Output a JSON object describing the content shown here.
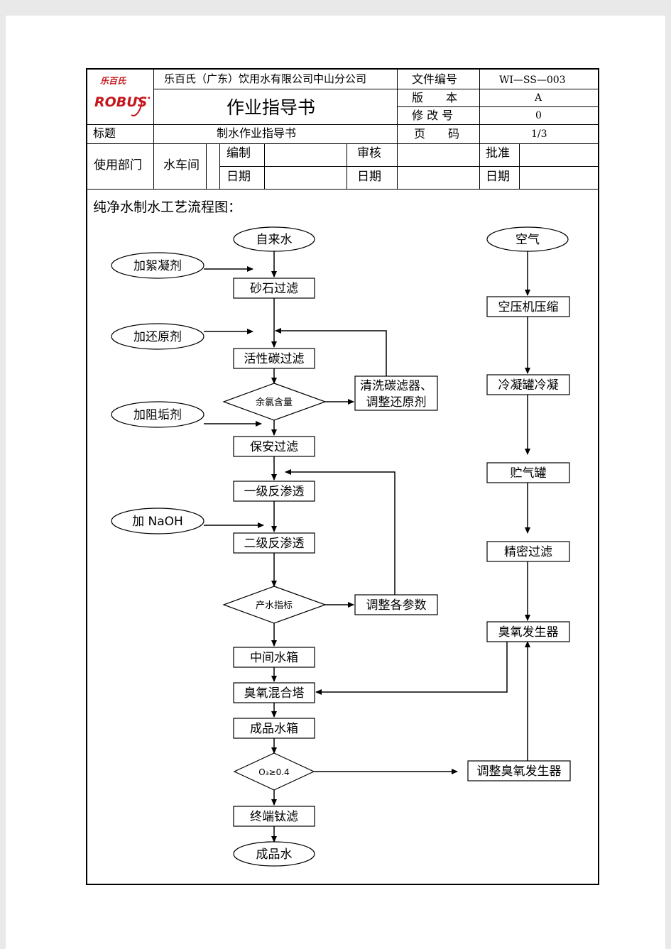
{
  "header": {
    "company": "乐百氏（广东）饮用水有限公司中山分公司",
    "doc_title": "作业指导书",
    "logo_top": "乐百氏",
    "logo_bottom": "ROBUST",
    "labels": {
      "file_no": "文件编号",
      "edition": "版　　本",
      "revision": "修 改 号",
      "page": "页　　码"
    },
    "values": {
      "file_no": "WI—SS—003",
      "edition": "A",
      "revision": "0",
      "page": "1/3"
    },
    "title_label": "标题",
    "title_value": "制水作业指导书",
    "dept_label": "使用部门",
    "dept_value": "水车间",
    "prepared": "编制",
    "reviewed": "审核",
    "approved": "批准",
    "date": "日期"
  },
  "section_title": "纯净水制水工艺流程图：",
  "flow": {
    "tap_water": "自来水",
    "add_flocculant": "加絮凝剂",
    "sand_filter": "砂石过滤",
    "add_reductant": "加还原剂",
    "carbon_filter": "活性碳过滤",
    "residual_chlorine": "余氯含量",
    "clean_carbon_1": "清洗碳滤器、",
    "clean_carbon_2": "调整还原剂",
    "add_antiscalant": "加阻垢剂",
    "security_filter": "保安过滤",
    "ro_stage1": "一级反渗透",
    "add_naoh": "加 NaOH",
    "ro_stage2": "二级反渗透",
    "water_index": "产水指标",
    "adjust_params": "调整各参数",
    "intermediate_tank": "中间水箱",
    "ozone_mixing_tower": "臭氧混合塔",
    "product_tank": "成品水箱",
    "ozone_check": "O₃≥0.4",
    "adjust_ozone_generator": "调整臭氧发生器",
    "titanium_filter": "终端钛滤",
    "product_water": "成品水",
    "air": "空气",
    "air_compressor": "空压机压缩",
    "condenser": "冷凝罐冷凝",
    "air_tank": "贮气罐",
    "precision_filter": "精密过滤",
    "ozone_generator": "臭氧发生器"
  }
}
